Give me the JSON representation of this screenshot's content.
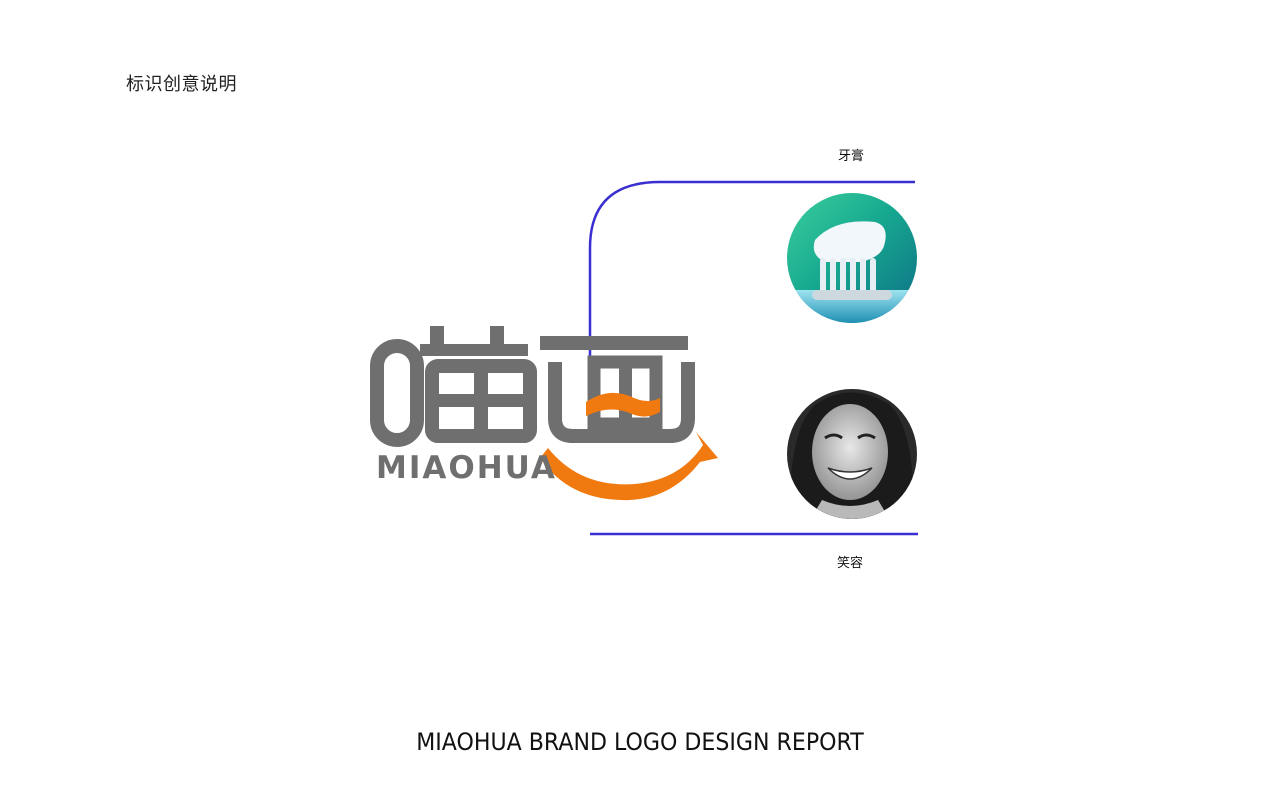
{
  "section_title": "标识创意说明",
  "labels": {
    "toothpaste": "牙膏",
    "smile": "笑容"
  },
  "logo": {
    "chinese": "喵画",
    "latin": "MIAOHUA"
  },
  "footer_title": "MIAOHUA BRAND LOGO DESIGN REPORT",
  "colors": {
    "logo_gray": "#6f6f6f",
    "accent_orange": "#f07a10",
    "connector_blue": "#3a2fd0"
  },
  "images": {
    "toothpaste": "toothbrush-with-toothpaste-photo",
    "smile": "smiling-woman-photo"
  }
}
